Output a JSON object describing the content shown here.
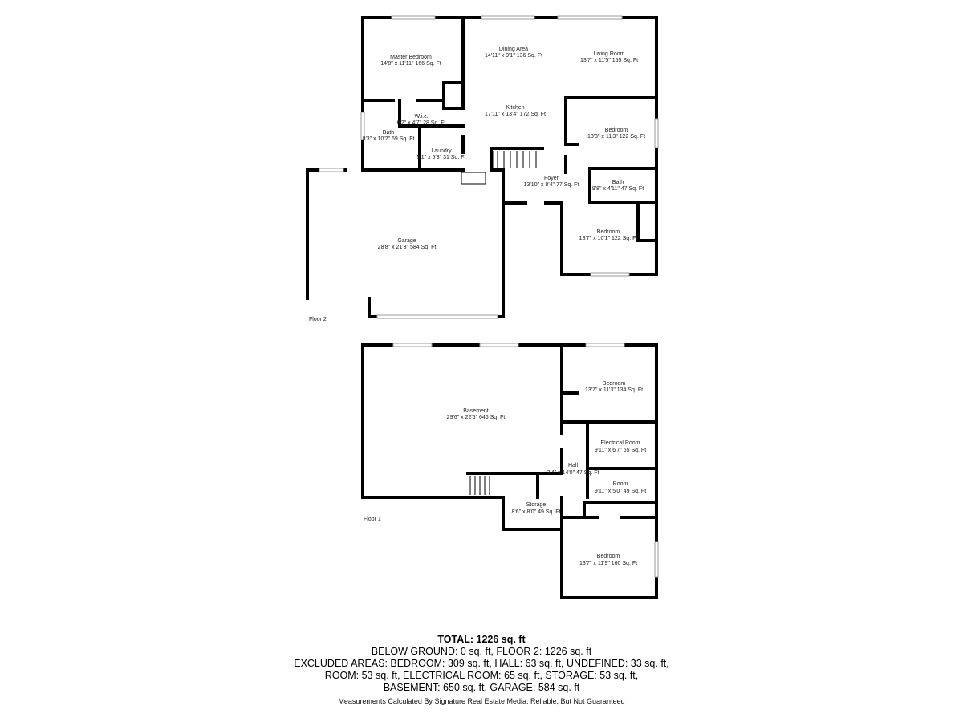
{
  "floor2": {
    "label": "Floor 2",
    "rooms": [
      {
        "name": "Master Bedroom",
        "dims": "14'8\" x 11'11\" 166 Sq. Ft"
      },
      {
        "name": "Dining Area",
        "dims": "14'11\" x 9'1\" 136 Sq. Ft"
      },
      {
        "name": "Living Room",
        "dims": "13'7\" x 11'5\" 155 Sq. Ft"
      },
      {
        "name": "W.i.c.",
        "dims": "6'2\" x 4'7\" 28 Sq. Ft"
      },
      {
        "name": "Kitchen",
        "dims": "17'11\" x 13'4\" 172 Sq. Ft"
      },
      {
        "name": "Bath",
        "dims": "8'3\" x 10'2\" 69 Sq. Ft"
      },
      {
        "name": "Bedroom",
        "dims": "13'3\" x 11'3\" 122 Sq. Ft"
      },
      {
        "name": "Laundry",
        "dims": "5'1\" x 5'3\" 31 Sq. Ft"
      },
      {
        "name": "Foyer",
        "dims": "13'10\" x 8'4\" 77 Sq. Ft"
      },
      {
        "name": "Bath",
        "dims": "9'8\" x 4'11\" 47 Sq. Ft"
      },
      {
        "name": "Garage",
        "dims": "28'8\" x 21'3\" 584 Sq. Ft"
      },
      {
        "name": "Bedroom",
        "dims": "13'7\" x 10'1\" 122 Sq. Ft"
      }
    ]
  },
  "floor1": {
    "label": "Floor 1",
    "rooms": [
      {
        "name": "Bedroom",
        "dims": "13'7\" x 11'3\" 134 Sq. Ft"
      },
      {
        "name": "Basement",
        "dims": "29'6\" x 22'5\" 646 Sq. Ft"
      },
      {
        "name": "Electrical Room",
        "dims": "9'11\" x 6'7\" 65 Sq. Ft"
      },
      {
        "name": "Hall",
        "dims": "3'4\" x 14'0\" 47 Sq. Ft"
      },
      {
        "name": "Room",
        "dims": "9'11\" x 5'0\" 49 Sq. Ft"
      },
      {
        "name": "Storage",
        "dims": "8'6\" x 8'0\" 49 Sq. Ft"
      },
      {
        "name": "Bedroom",
        "dims": "13'7\" x 11'9\" 160 Sq. Ft"
      }
    ]
  },
  "summary": {
    "total": "TOTAL: 1226 sq. ft",
    "lines": [
      "BELOW GROUND: 0 sq. ft, FLOOR 2: 1226 sq. ft",
      "EXCLUDED AREAS: BEDROOM: 309 sq. ft, HALL: 63 sq. ft, UNDEFINED: 33 sq. ft,",
      "ROOM: 53 sq. ft, ELECTRICAL ROOM: 65 sq. ft, STORAGE: 53 sq. ft,",
      "BASEMENT: 650 sq. ft, GARAGE: 584 sq. ft"
    ]
  },
  "credit": "Measurements Calculated By Signature Real Estate Media. Reliable, But Not Guaranteed"
}
